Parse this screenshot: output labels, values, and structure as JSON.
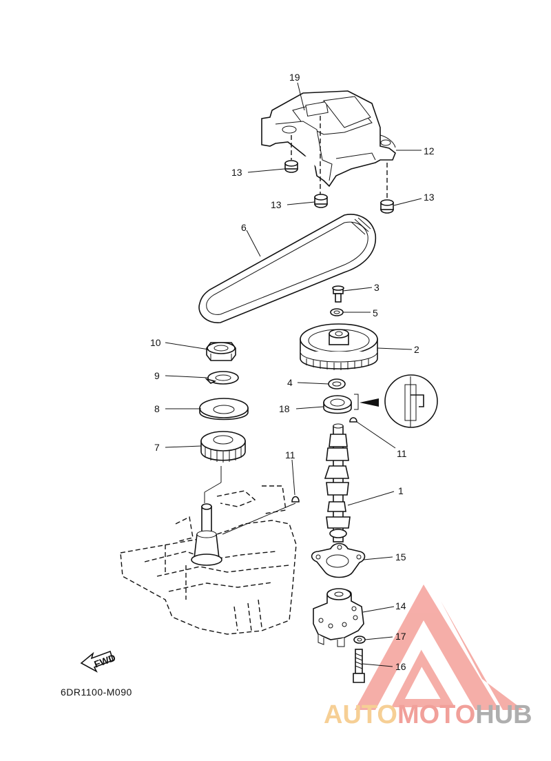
{
  "diagram": {
    "code": "6DR1100-M090",
    "fwd_label": "FWD",
    "callouts": [
      {
        "id": "c19",
        "text": "19"
      },
      {
        "id": "c12",
        "text": "12"
      },
      {
        "id": "c13a",
        "text": "13"
      },
      {
        "id": "c13b",
        "text": "13"
      },
      {
        "id": "c13c",
        "text": "13"
      },
      {
        "id": "c6",
        "text": "6"
      },
      {
        "id": "c3",
        "text": "3"
      },
      {
        "id": "c5",
        "text": "5"
      },
      {
        "id": "c2",
        "text": "2"
      },
      {
        "id": "c10",
        "text": "10"
      },
      {
        "id": "c9",
        "text": "9"
      },
      {
        "id": "c4",
        "text": "4"
      },
      {
        "id": "c18",
        "text": "18"
      },
      {
        "id": "c8",
        "text": "8"
      },
      {
        "id": "c11a",
        "text": "11"
      },
      {
        "id": "c7",
        "text": "7"
      },
      {
        "id": "c11b",
        "text": "11"
      },
      {
        "id": "c1",
        "text": "1"
      },
      {
        "id": "c15",
        "text": "15"
      },
      {
        "id": "c14",
        "text": "14"
      },
      {
        "id": "c17",
        "text": "17"
      },
      {
        "id": "c16",
        "text": "16"
      }
    ]
  },
  "watermark": {
    "part1": "AUTO",
    "part2": "MOTO",
    "part3": "HUB",
    "color_triangle": "#f4a09a",
    "color_auto": "#f6cf95",
    "color_hub": "#aeaeae"
  }
}
